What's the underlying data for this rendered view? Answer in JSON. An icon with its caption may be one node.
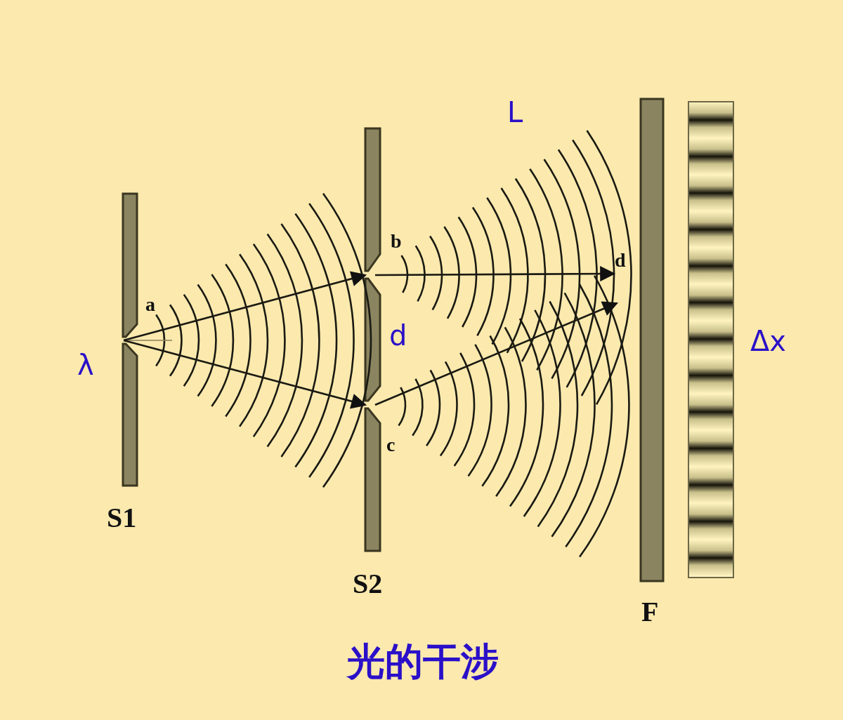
{
  "diagram": {
    "caption": "光的干涉",
    "nodes": [
      {
        "text": [
          "a"
        ]
      },
      {
        "text": [
          "b"
        ]
      },
      {
        "text": [
          "c"
        ]
      },
      {
        "text": [
          "d"
        ]
      }
    ],
    "edges": [
      {
        "from": 0,
        "to": 1,
        "arrow": "to"
      },
      {
        "from": 0,
        "to": 2,
        "arrow": "to"
      },
      {
        "from": 1,
        "to": 3,
        "arrow": "to"
      },
      {
        "from": 2,
        "to": null,
        "arrow": "to"
      }
    ],
    "labels": [
      "λ",
      "S1",
      "d",
      "S2",
      "L",
      "F",
      "Δx"
    ]
  }
}
